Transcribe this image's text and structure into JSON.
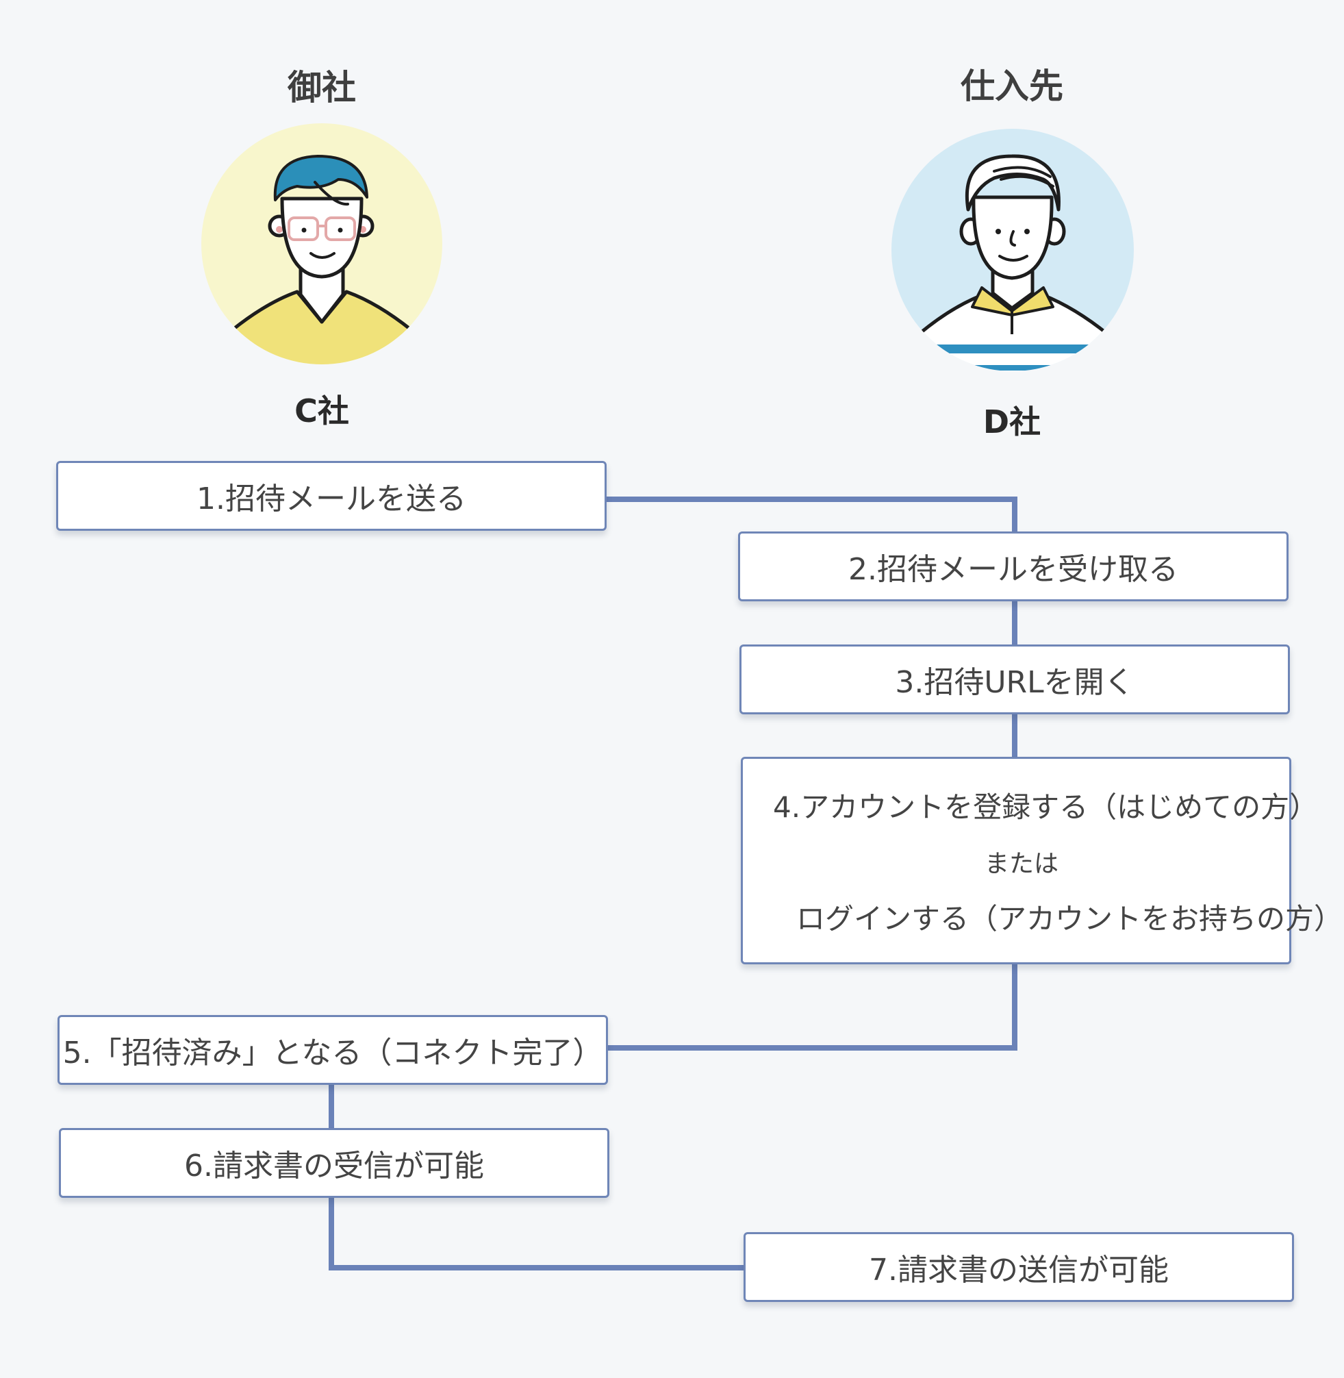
{
  "parties": {
    "left": {
      "title": "御社",
      "name": "C社",
      "avatar_bg": "#f8f6cc",
      "avatar_icon": "person-glasses-icon"
    },
    "right": {
      "title": "仕入先",
      "name": "D社",
      "avatar_bg": "#d3eaf5",
      "avatar_icon": "person-collar-icon"
    }
  },
  "steps": [
    {
      "label": "1.招待メールを送る",
      "side": "left"
    },
    {
      "label": "2.招待メールを受け取る",
      "side": "right"
    },
    {
      "label": "3.招待URLを開く",
      "side": "right"
    },
    {
      "side": "right",
      "line1": "4.アカウントを登録する（はじめての方）",
      "line2": "または",
      "line3": "ログインする（アカウントをお持ちの方）"
    },
    {
      "label": "5.「招待済み」となる（コネクト完了）",
      "side": "left"
    },
    {
      "label": "6.請求書の受信が可能",
      "side": "left"
    },
    {
      "label": "7.請求書の送信が可能",
      "side": "right"
    }
  ],
  "colors": {
    "connector": "#6a82b8",
    "box_border": "#6f86b7",
    "background": "#f5f7f9"
  }
}
